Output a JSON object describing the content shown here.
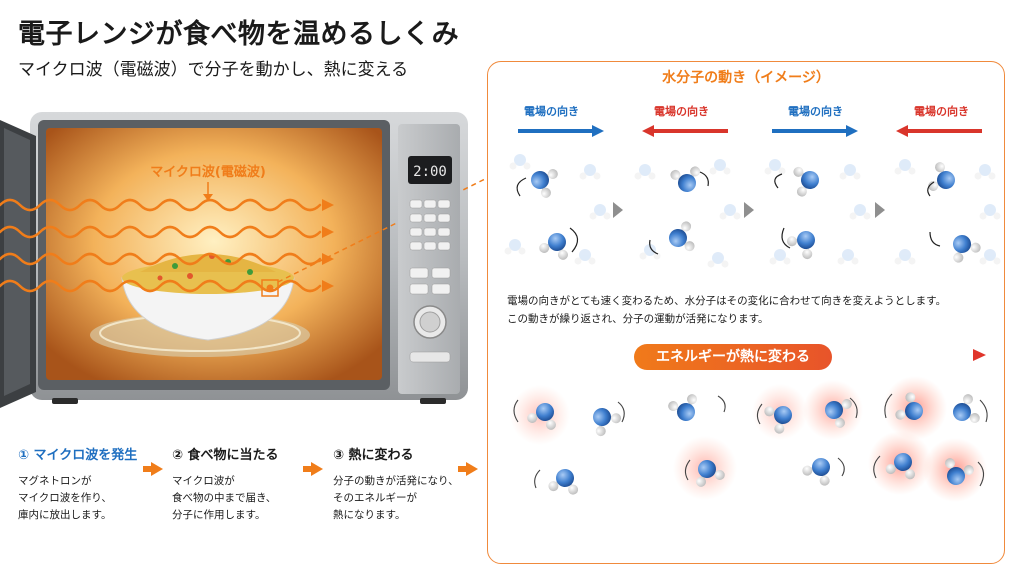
{
  "header": {
    "title": "電子レンジが食べ物を温めるしくみ",
    "subtitle": "マイクロ波（電磁波）で分子を動かし、熱に変える"
  },
  "microwave": {
    "wave_label": "マイクロ波(電磁波)",
    "display": "2:00"
  },
  "steps": [
    {
      "num": "①",
      "title": "マイクロ波を発生",
      "desc": [
        "マグネトロンが",
        "マイクロ波を作り、",
        "庫内に放出します。"
      ]
    },
    {
      "num": "②",
      "title": "食べ物に当たる",
      "desc": [
        "マイクロ波が",
        "食べ物の中まで届き、",
        "分子に作用します。"
      ]
    },
    {
      "num": "③",
      "title": "熱に変わる",
      "desc": [
        "分子の動きが活発になり、",
        "そのエネルギーが",
        "熱になります。"
      ]
    }
  ],
  "panel": {
    "title": "水分子の動き（イメージ）",
    "field_directions": [
      {
        "label": "電場の向き",
        "direction": "right",
        "color": "#1f6fc0"
      },
      {
        "label": "電場の向き",
        "direction": "left",
        "color": "#d9352b"
      },
      {
        "label": "電場の向き",
        "direction": "right",
        "color": "#1f6fc0"
      },
      {
        "label": "電場の向き",
        "direction": "left",
        "color": "#d9352b"
      }
    ],
    "description": [
      "電場の向きがとても速く変わるため、水分子はその変化に合わせて向きを変えようとします。",
      "この動きが繰り返され、分子の運動が活発になります。"
    ],
    "energy_label": "エネルギーが熱に変わる"
  },
  "colors": {
    "accent_orange": "#f07d1a",
    "field_blue": "#1f6fc0",
    "field_red": "#d9352b",
    "oxygen": "#3f7fcf",
    "hydrogen": "#e6e6e6"
  }
}
